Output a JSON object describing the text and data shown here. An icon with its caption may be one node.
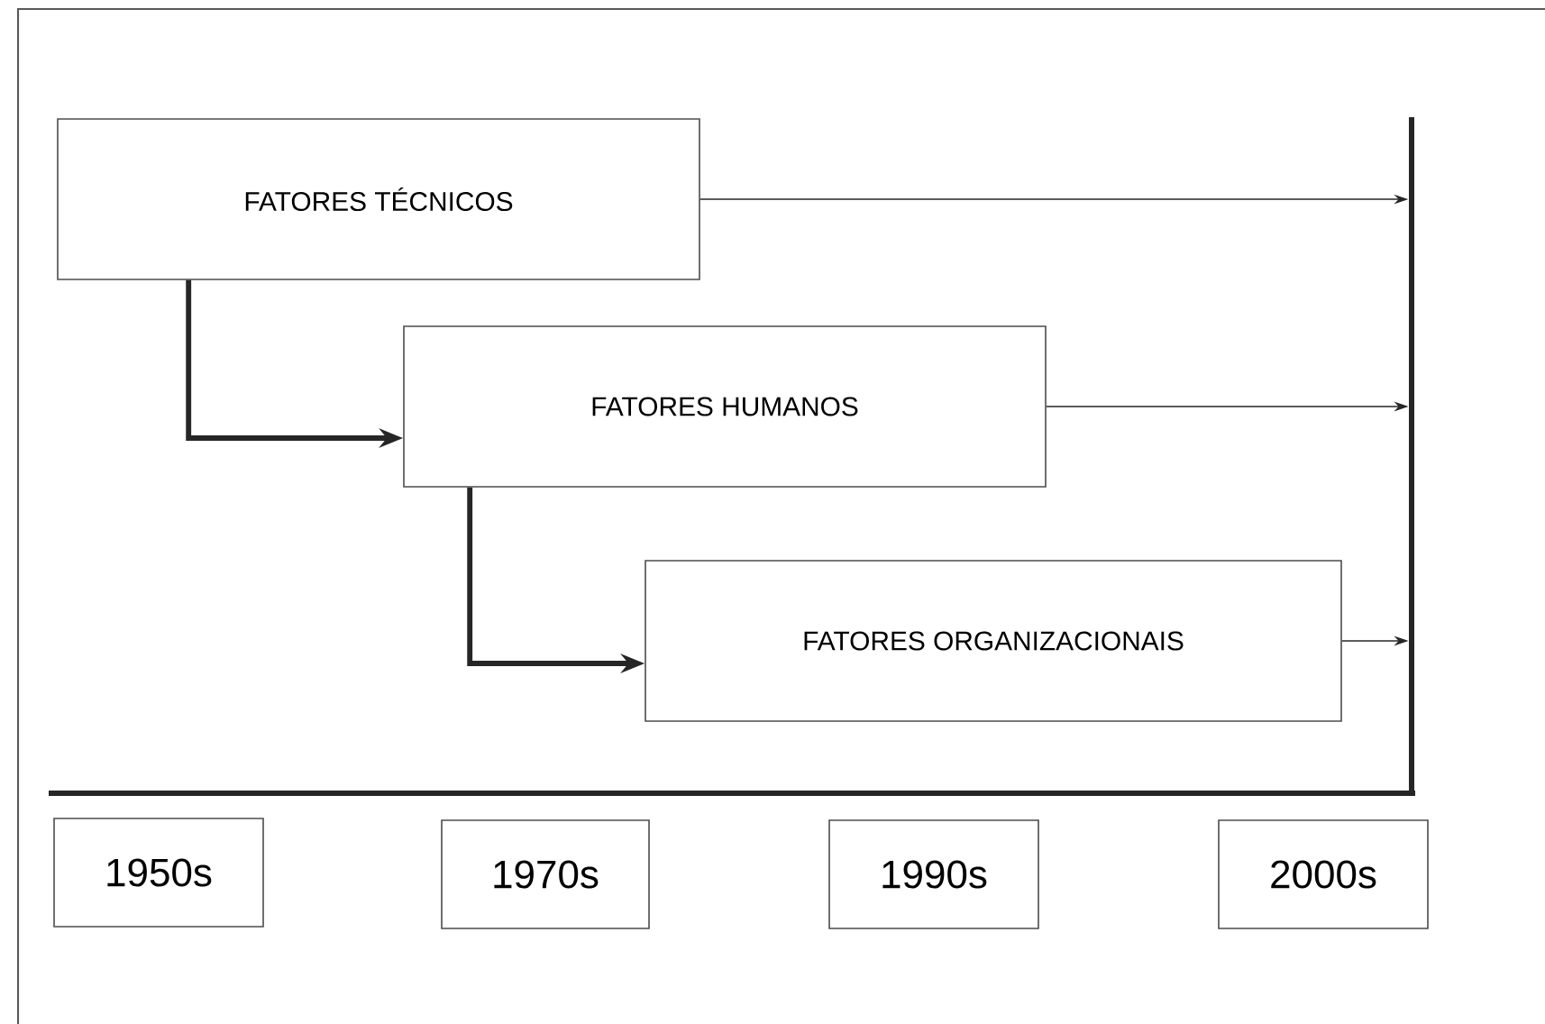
{
  "diagram": {
    "nodes": [
      {
        "text": [
          "FATORES TÉCNICOS"
        ]
      },
      {
        "text": [
          "FATORES HUMANOS"
        ]
      },
      {
        "text": [
          "FATORES ORGANIZACIONAIS"
        ]
      },
      {
        "text": [],
        "shape": "bar"
      },
      {
        "text": [
          "1950s"
        ]
      },
      {
        "text": [
          "1970s"
        ]
      },
      {
        "text": [
          "1990s"
        ]
      },
      {
        "text": [
          "2000s"
        ]
      }
    ],
    "edges": [
      {
        "from": 0,
        "to": 3,
        "arrow": "to"
      },
      {
        "from": 1,
        "to": 3,
        "arrow": "to"
      },
      {
        "from": 2,
        "to": 3,
        "arrow": "to"
      },
      {
        "from": 0,
        "to": 1,
        "arrow": "to",
        "style": "thick"
      },
      {
        "from": 1,
        "to": 2,
        "arrow": "to",
        "style": "thick"
      }
    ]
  }
}
